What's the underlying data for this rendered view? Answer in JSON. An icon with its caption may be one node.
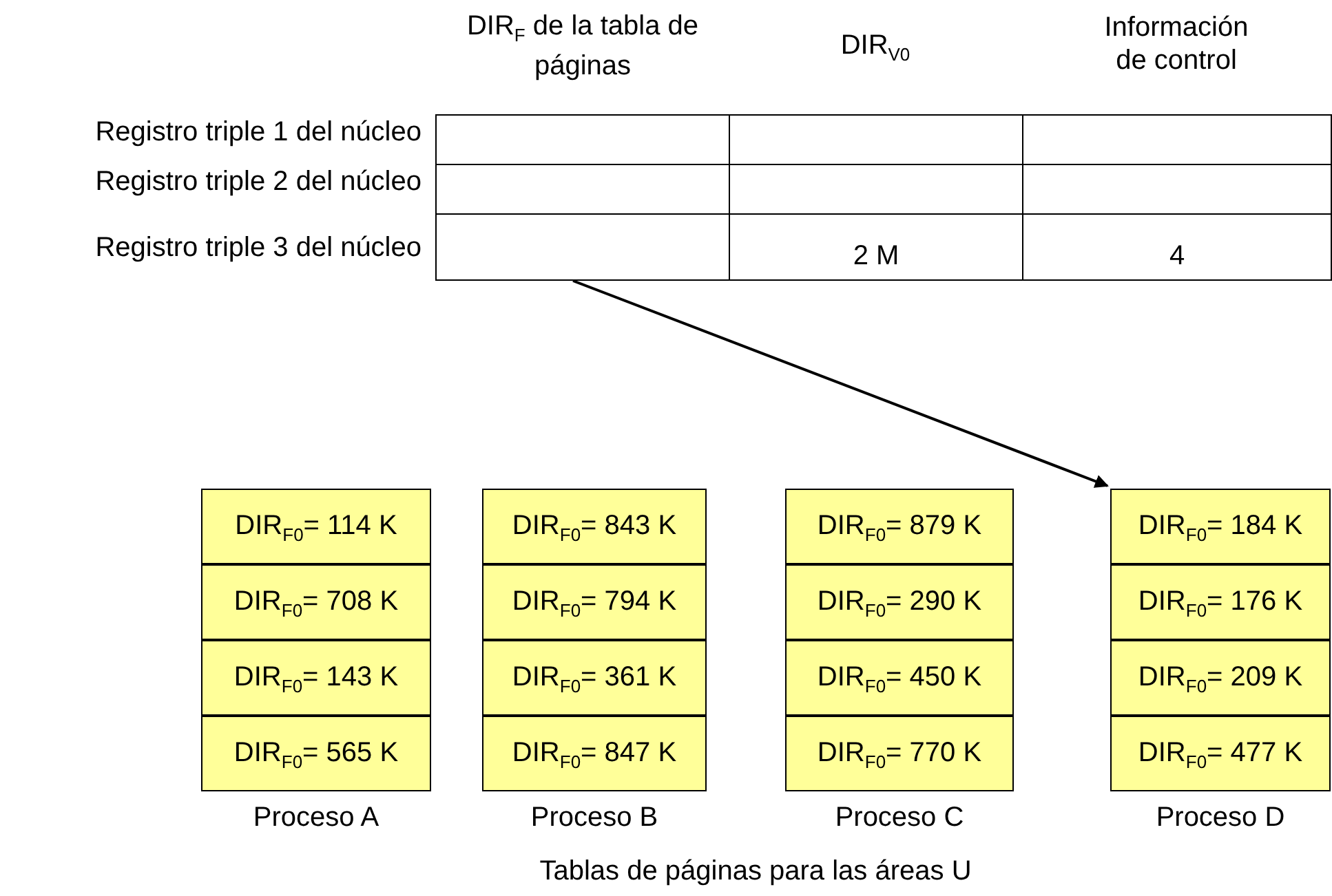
{
  "diagram": {
    "caption": "Tablas de páginas para las áreas U",
    "nodes": [
      {
        "text": [],
        "shape": "box"
      },
      {
        "text": [
          "Proceso A"
        ]
      },
      {
        "text": [
          "DIR$_{F0}$= 114 K"
        ],
        "in": 1
      },
      {
        "text": [
          "DIR$_{F0}$= 708 K"
        ],
        "in": 1
      },
      {
        "text": [
          "DIR$_{F0}$= 143 K"
        ],
        "in": 1
      },
      {
        "text": [
          "DIR$_{F0}$= 565 K"
        ],
        "in": 1
      },
      {
        "text": [
          "Proceso B"
        ]
      },
      {
        "text": [
          "DIR$_{F0}$= 843 K"
        ],
        "in": 6
      },
      {
        "text": [
          "DIR$_{F0}$= 794 K"
        ],
        "in": 6
      },
      {
        "text": [
          "DIR$_{F0}$= 361 K"
        ],
        "in": 6
      },
      {
        "text": [
          "DIR$_{F0}$= 847 K"
        ],
        "in": 6
      },
      {
        "text": [
          "Proceso C"
        ]
      },
      {
        "text": [
          "DIR$_{F0}$= 879 K"
        ],
        "in": 11
      },
      {
        "text": [
          "DIR$_{F0}$= 290 K"
        ],
        "in": 11
      },
      {
        "text": [
          "DIR$_{F0}$= 450 K"
        ],
        "in": 11
      },
      {
        "text": [
          "DIR$_{F0}$= 770 K"
        ],
        "in": 11
      },
      {
        "text": [
          "Proceso D"
        ]
      },
      {
        "text": [
          "DIR$_{F0}$= 184 K"
        ],
        "in": 16
      },
      {
        "text": [
          "DIR$_{F0}$= 176 K"
        ],
        "in": 16
      },
      {
        "text": [
          "DIR$_{F0}$= 209 K"
        ],
        "in": 16
      },
      {
        "text": [
          "DIR$_{F0}$= 477 K"
        ],
        "in": 16
      }
    ],
    "edges": [
      {
        "from": 0,
        "to": 16,
        "arrow": "to"
      }
    ],
    "labels": [
      "DIR$_{F}$ de la tabla de páginas",
      "DIR$_{V0}$",
      "Información de control",
      "Registro triple 1 del núcleo",
      "Registro triple 2 del núcleo",
      "Registro triple 3 del núcleo",
      "2 M",
      "4"
    ]
  }
}
